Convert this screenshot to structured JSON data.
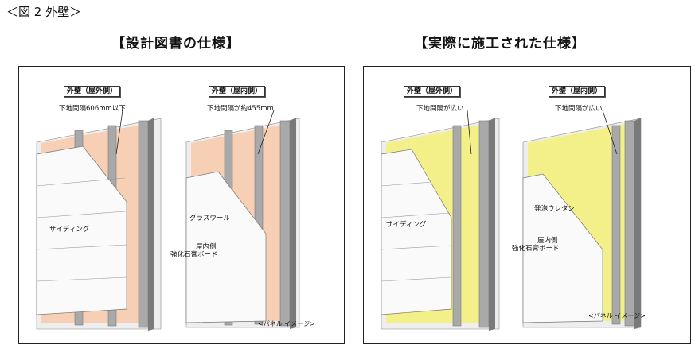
{
  "figure_title": "＜図 2  外壁＞",
  "left": {
    "heading": "【設計図書の仕様】",
    "outdoor_label": "外壁（屋外側）",
    "indoor_label": "外壁（屋内側）",
    "outdoor_spacing": "下地間隔606mm以下",
    "indoor_spacing": "下地間隔が約455mm",
    "siding": "サイディング",
    "insulation": "グラスウール",
    "board_line1": "屋内側",
    "board_line2": "強化石膏ボード",
    "caption": "<パネル イメージ>"
  },
  "right": {
    "heading": "【実際に施工された仕様】",
    "outdoor_label": "外壁（屋外側）",
    "indoor_label": "外壁（屋内側）",
    "outdoor_spacing": "下地間隔が広い",
    "indoor_spacing": "下地間隔が広い",
    "siding": "サイディング",
    "insulation": "発泡ウレタン",
    "board_line1": "屋内側",
    "board_line2": "強化石膏ボード",
    "caption": "<パネル イメージ>"
  },
  "colors": {
    "glass_wool": "#f6cfb5",
    "urethane": "#f3f08a",
    "stud": "#a9a9a9",
    "stud_dark": "#7a7a7a",
    "frame_face": "#e6e6e6"
  }
}
